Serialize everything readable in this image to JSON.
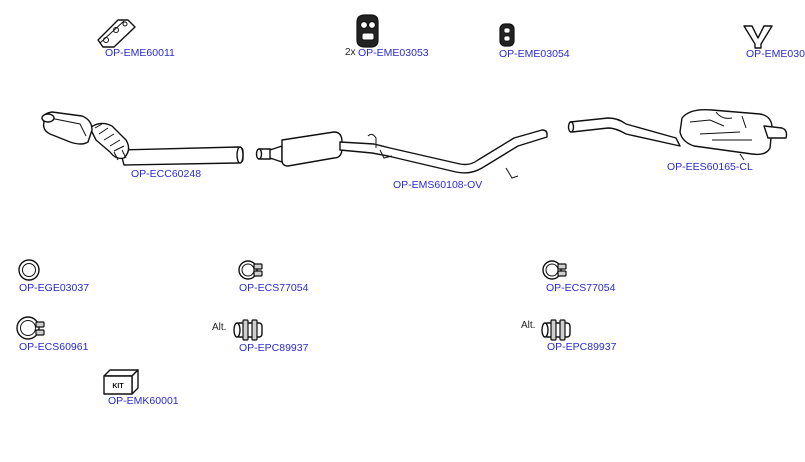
{
  "parts": [
    {
      "id": "eme60011",
      "code": "OP-EME60011",
      "icon": "mounting-bracket-icon"
    },
    {
      "id": "eme03053",
      "code": "OP-EME03053",
      "prefix": "2x",
      "icon": "rubber-hanger-icon"
    },
    {
      "id": "eme03054",
      "code": "OP-EME03054",
      "icon": "rubber-mount-icon"
    },
    {
      "id": "eme030",
      "code": "OP-EME030",
      "icon": "y-bracket-icon"
    },
    {
      "id": "ecc60248",
      "code": "OP-ECC60248",
      "icon": "catalytic-converter-icon"
    },
    {
      "id": "ems60108",
      "code": "OP-EMS60108-OV",
      "icon": "middle-silencer-pipe-icon"
    },
    {
      "id": "ees60165",
      "code": "OP-EES60165-CL",
      "icon": "rear-silencer-icon"
    },
    {
      "id": "ege03037",
      "code": "OP-EGE03037",
      "icon": "gasket-ring-icon"
    },
    {
      "id": "ecs77054a",
      "code": "OP-ECS77054",
      "icon": "clamp-icon"
    },
    {
      "id": "ecs77054b",
      "code": "OP-ECS77054",
      "icon": "clamp-icon"
    },
    {
      "id": "ecs60961",
      "code": "OP-ECS60961",
      "icon": "clamp-ring-icon"
    },
    {
      "id": "epc89937a",
      "code": "OP-EPC89937",
      "prefix": "Alt.",
      "icon": "pipe-connector-icon"
    },
    {
      "id": "epc89937b",
      "code": "OP-EPC89937",
      "prefix": "Alt.",
      "icon": "pipe-connector-icon"
    },
    {
      "id": "emk60001",
      "code": "OP-EMK60001",
      "icon": "kit-box-icon",
      "box_text": "KIT"
    }
  ]
}
